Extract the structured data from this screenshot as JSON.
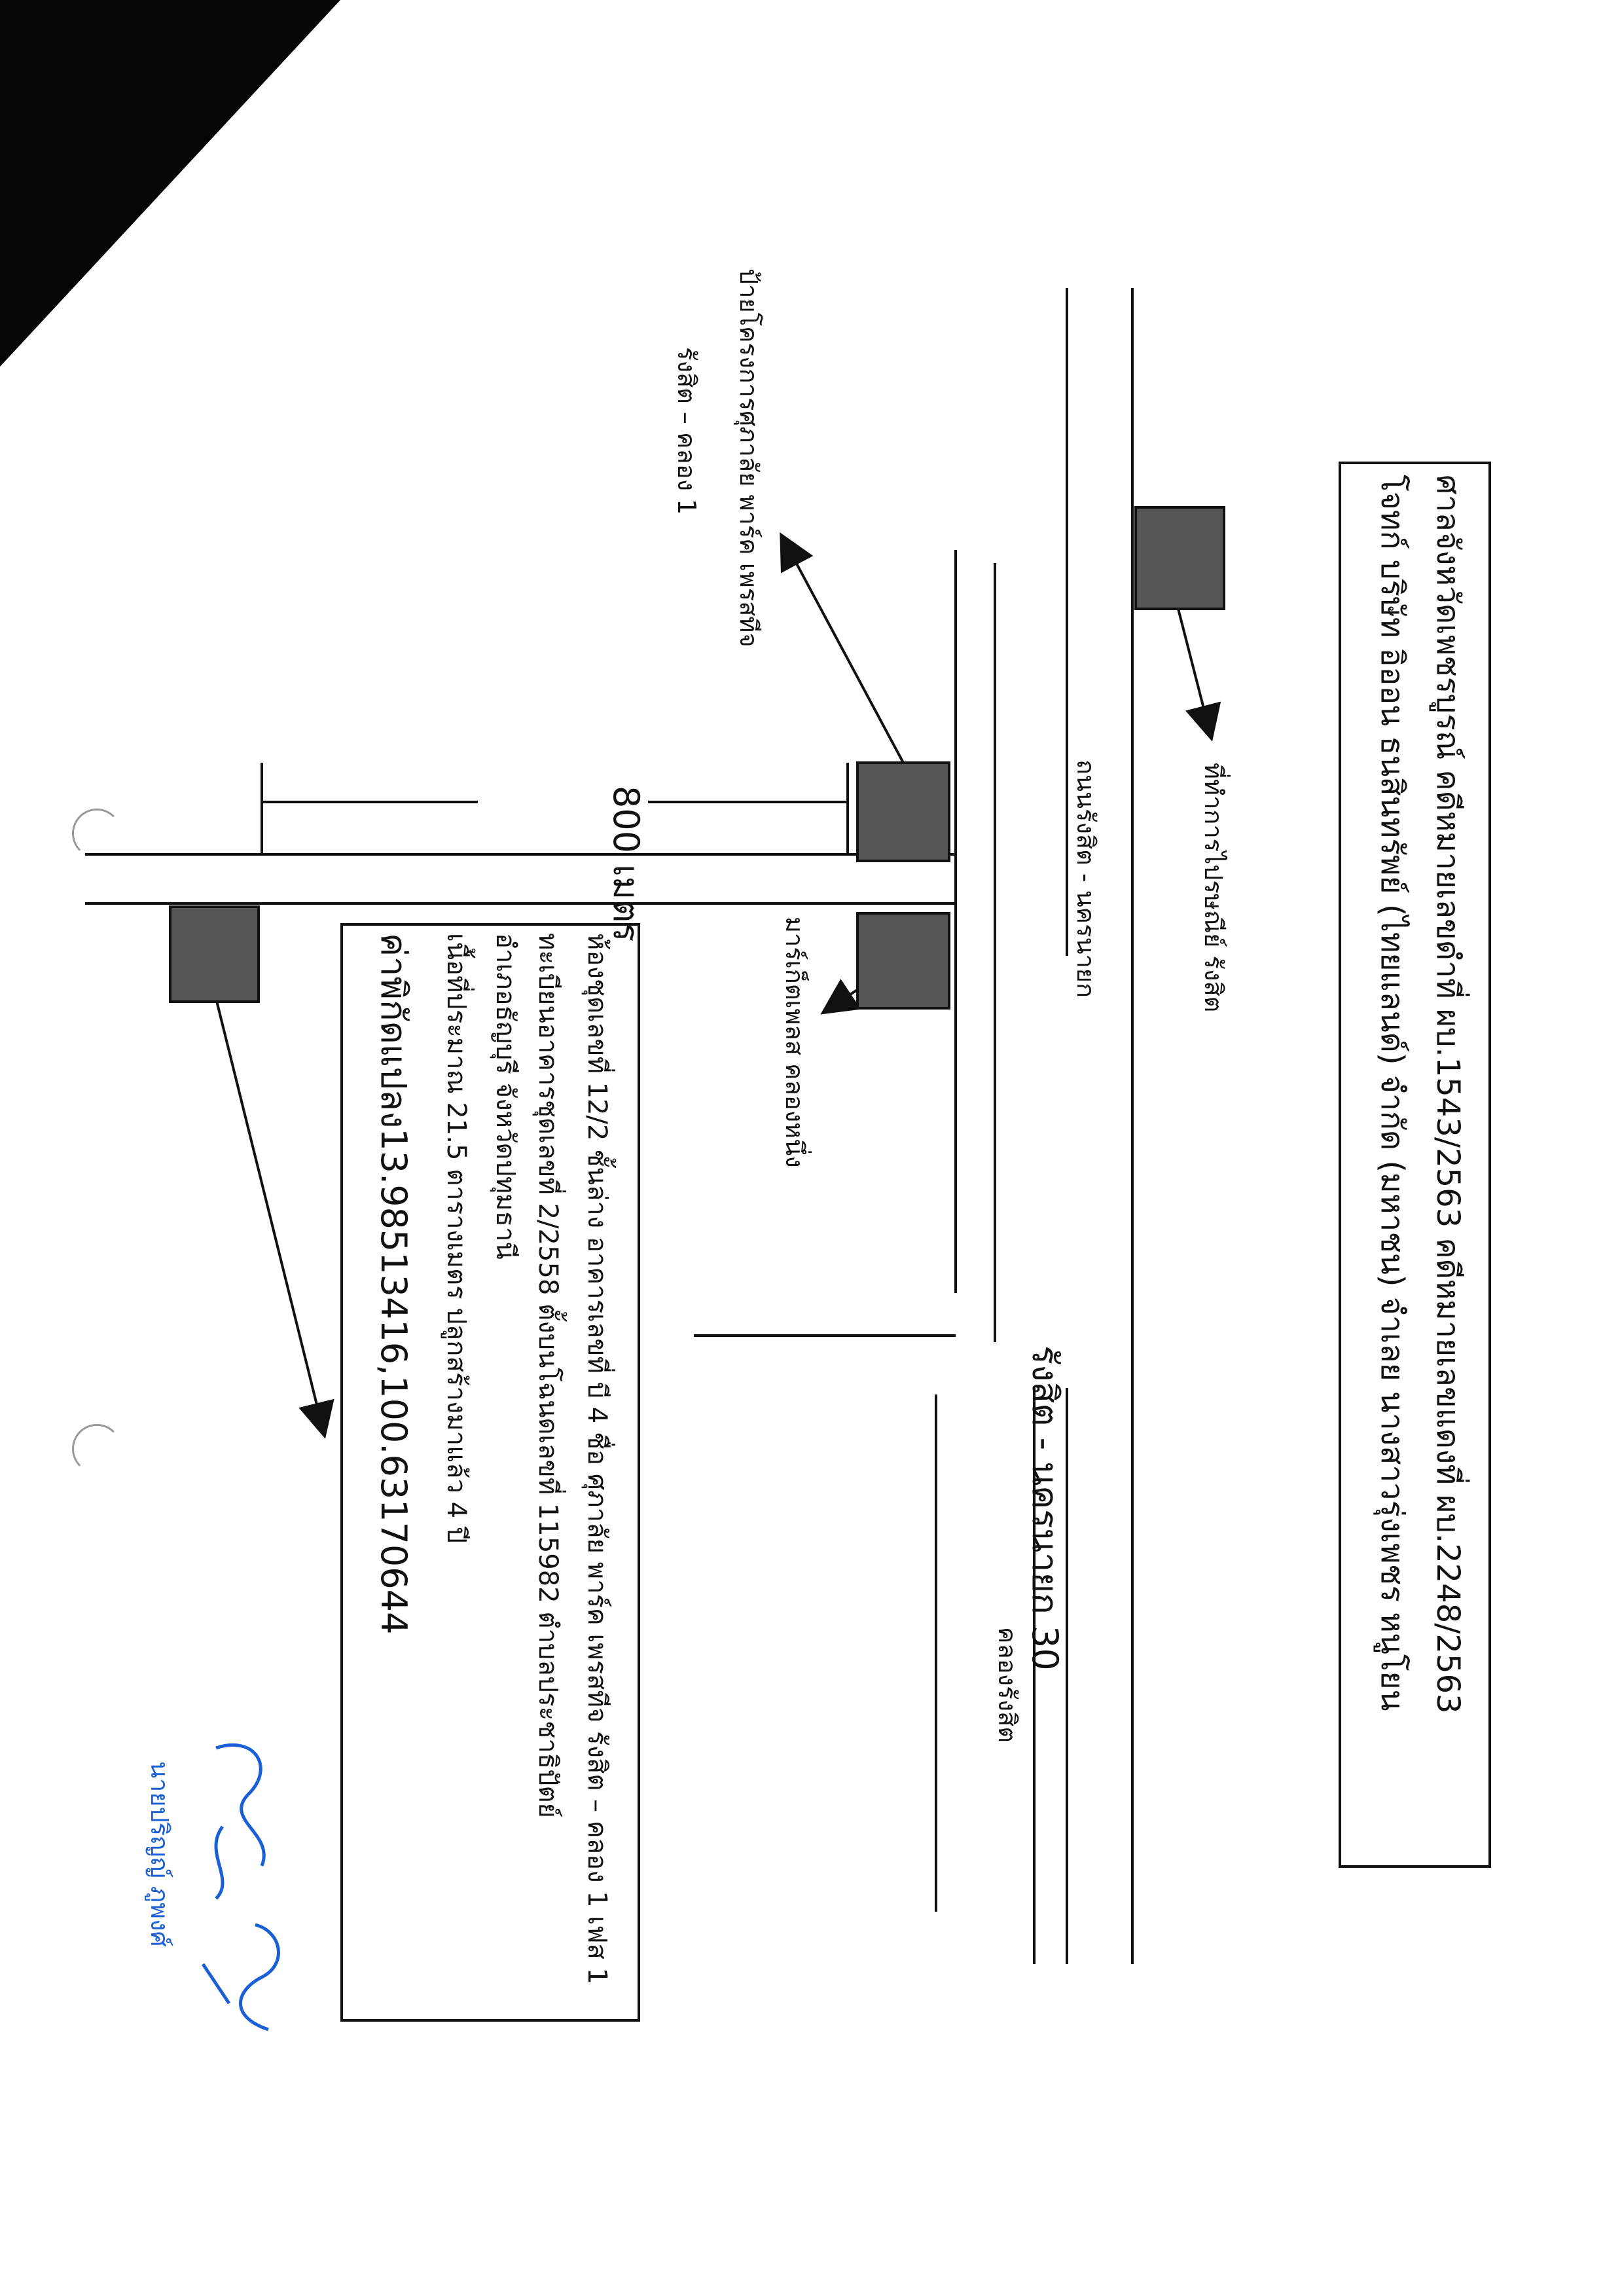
{
  "header": {
    "line1": "ศาลจังหวัดเพชรบูรณ์ คดีหมายเลขดำที่ ผบ.1543/2563 คดีหมายเลขแดงที่ ผบ.2248/2563",
    "line2": "โจทก์ บริษัท อิออน ธนสินทรัพย์ (ไทยแลนด์) จำกัด (มหาชน)   จำเลย นางสาวรุ่งเพชร หนูโยน"
  },
  "map": {
    "post_office": "ที่ทำการไปรษณีย์ รังสิต",
    "main_road": "ถนนรังสิต - นครนายก",
    "soi": "รังสิต - นครนายก 30",
    "canal": "คลองรังสิต",
    "distance": "800 เมตร",
    "project_sign": "ป้ายโครงการศุภาลัย พาร์ค เพรสทีจ",
    "project_sign_line2": "รังสิต – คลอง 1",
    "market": "มาร์เก็ตเพลส คลองหนึ่ง"
  },
  "info": {
    "line1": "ห้องชุดเลขที่ 12/2 ชั้นล่าง อาคารเลขที่ บี 4 ชื่อ ศุภาลัย พาร์ค เพรสทีจ รังสิต – คลอง 1 เฟส 1",
    "line2": "ทะเบียนอาคารชุดเลขที่ 2/2558 ตั้งบนโฉนดเลขที่ 115982 ตำบลประชาธิปัตย์",
    "line3": "อำเภอธัญบุรี จังหวัดปทุมธานี",
    "line4": "เนื้อที่ประมาณ 21.5 ตารางเมตร ปลูกสร้างมาแล้ว 4 ปี",
    "line5": "ค่าพิกัดแปลง13.98513416,100.63170644"
  },
  "signature": {
    "name": "นายปริญญ์ ภูพงศ์"
  }
}
